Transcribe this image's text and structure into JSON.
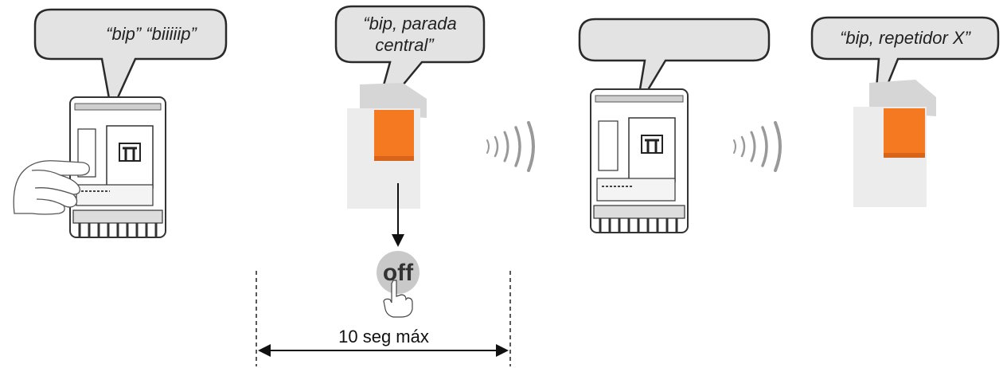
{
  "bubbles": {
    "panel1": "“bip” “biiiiip”",
    "repeater1_line1": "“bip, parada",
    "repeater1_line2": "central”",
    "panel2": "",
    "repeater2": "“bip, repetidor X”"
  },
  "off_button_label": "off",
  "duration_label": "10 seg máx",
  "colors": {
    "bubble_fill": "#e3e3e3",
    "bubble_stroke": "#2a2a2a",
    "repeater_body": "#eeeeee",
    "repeater_accent": "#f47920",
    "panel_stroke": "#333333",
    "signal_waves": "#999999"
  },
  "icons": {
    "signal": "radio-waves-icon",
    "hand": "pointing-hand-icon",
    "arrow": "down-arrow-icon"
  }
}
